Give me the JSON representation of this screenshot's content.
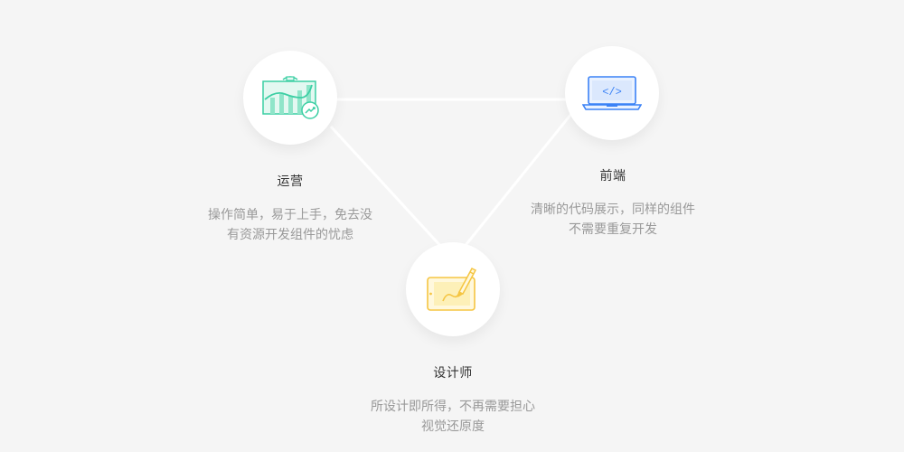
{
  "roles": {
    "operations": {
      "title": "运营",
      "desc_line1": "操作简单，易于上手，免去没",
      "desc_line2": "有资源开发组件的忧虑",
      "icon": "chart-board-icon",
      "accent": "#3ccfa4"
    },
    "frontend": {
      "title": "前端",
      "desc_line1": "清晰的代码展示，同样的组件",
      "desc_line2": "不需要重复开发",
      "icon": "laptop-code-icon",
      "accent": "#3b82f6"
    },
    "designer": {
      "title": "设计师",
      "desc_line1": "所设计即所得，不再需要担心",
      "desc_line2": "视觉还原度",
      "icon": "tablet-pen-icon",
      "accent": "#f5c542"
    }
  }
}
